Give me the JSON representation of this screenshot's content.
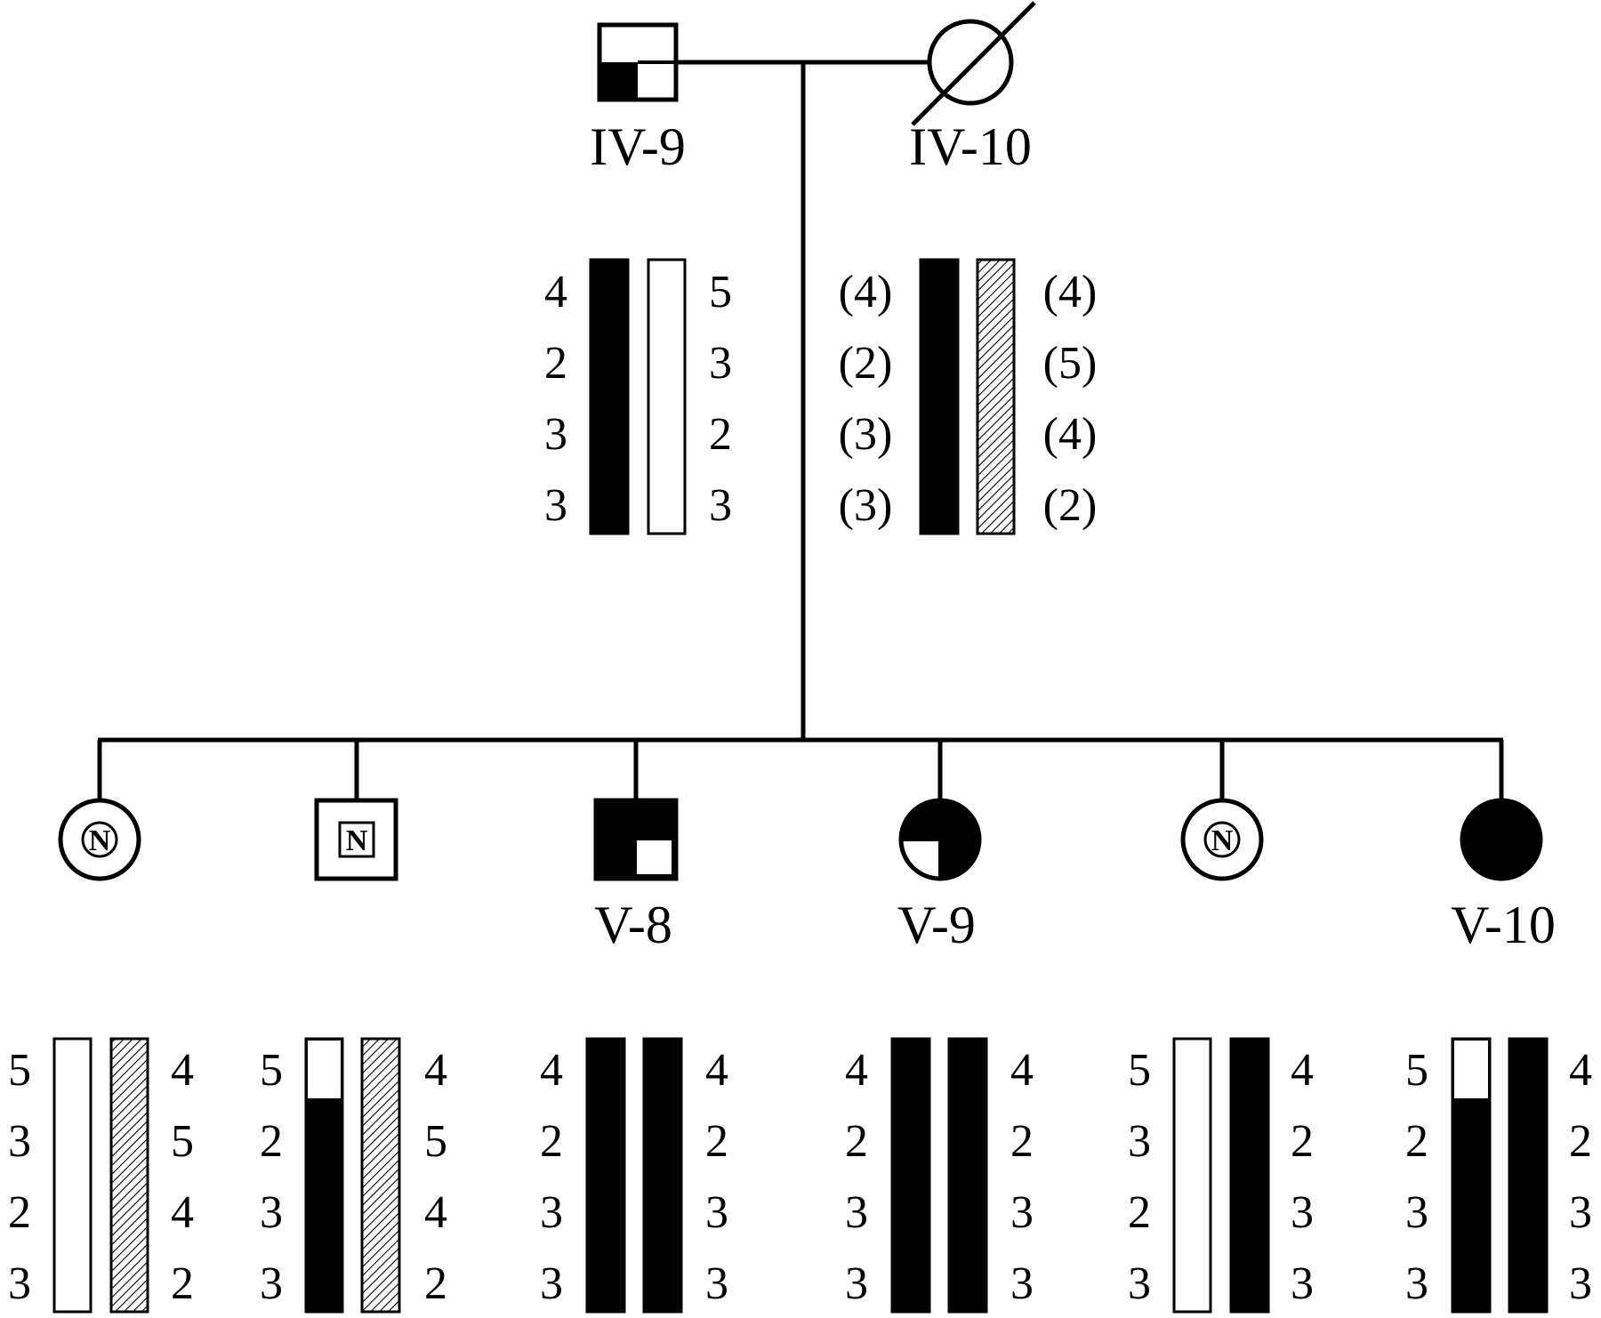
{
  "parents": {
    "father": {
      "label": "IV-9",
      "shape": "square",
      "fill": "lower-left-quarter"
    },
    "mother": {
      "label": "IV-10",
      "shape": "circle",
      "fill": "none",
      "deceased": true
    }
  },
  "parent_haplotypes": {
    "father": {
      "left_alleles": [
        "4",
        "2",
        "3",
        "3"
      ],
      "right_alleles": [
        "5",
        "3",
        "2",
        "3"
      ],
      "left_bar": "black",
      "right_bar": "white"
    },
    "mother": {
      "left_alleles": [
        "(4)",
        "(2)",
        "(3)",
        "(3)"
      ],
      "right_alleles": [
        "(4)",
        "(5)",
        "(4)",
        "(2)"
      ],
      "left_bar": "black",
      "right_bar": "hatched"
    }
  },
  "children": [
    {
      "label": "",
      "shape": "circle",
      "fill": "none",
      "mark": "N"
    },
    {
      "label": "",
      "shape": "square",
      "fill": "none",
      "mark": "N"
    },
    {
      "label": "V-8",
      "shape": "square",
      "fill": "black-except-lower-right",
      "mark": ""
    },
    {
      "label": "V-9",
      "shape": "circle",
      "fill": "black-except-lower-left",
      "mark": ""
    },
    {
      "label": "",
      "shape": "circle",
      "fill": "none",
      "mark": "N"
    },
    {
      "label": "V-10",
      "shape": "circle",
      "fill": "black",
      "mark": ""
    }
  ],
  "child_haplotypes": [
    {
      "left_alleles": [
        "5",
        "3",
        "2",
        "3"
      ],
      "right_alleles": [
        "4",
        "5",
        "4",
        "2"
      ],
      "left_bar": "white",
      "right_bar": "hatched"
    },
    {
      "left_alleles": [
        "5",
        "2",
        "3",
        "3"
      ],
      "right_alleles": [
        "4",
        "5",
        "4",
        "2"
      ],
      "left_bar": "white-top-black-rest",
      "right_bar": "hatched"
    },
    {
      "left_alleles": [
        "4",
        "2",
        "3",
        "3"
      ],
      "right_alleles": [
        "4",
        "2",
        "3",
        "3"
      ],
      "left_bar": "black",
      "right_bar": "black"
    },
    {
      "left_alleles": [
        "4",
        "2",
        "3",
        "3"
      ],
      "right_alleles": [
        "4",
        "2",
        "3",
        "3"
      ],
      "left_bar": "black",
      "right_bar": "black"
    },
    {
      "left_alleles": [
        "5",
        "3",
        "2",
        "3"
      ],
      "right_alleles": [
        "4",
        "2",
        "3",
        "3"
      ],
      "left_bar": "white",
      "right_bar": "black"
    },
    {
      "left_alleles": [
        "5",
        "2",
        "3",
        "3"
      ],
      "right_alleles": [
        "4",
        "2",
        "3",
        "3"
      ],
      "left_bar": "white-top-black-rest",
      "right_bar": "black"
    }
  ]
}
